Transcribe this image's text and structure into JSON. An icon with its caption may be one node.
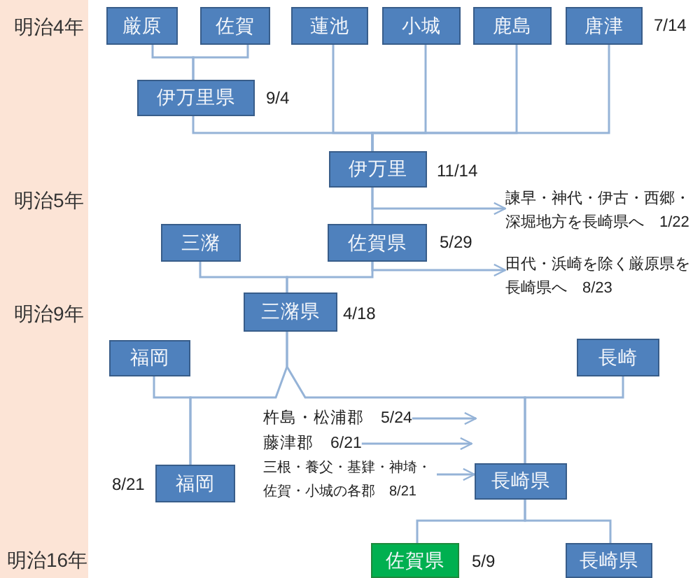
{
  "diagram": {
    "nodes": [
      {
        "text": [
          "明治4年",
          "明治5年",
          "明治9年",
          "明治16年"
        ]
      },
      {
        "text": [
          "厳原"
        ]
      },
      {
        "text": [
          "佐賀"
        ]
      },
      {
        "text": [
          "蓮池"
        ]
      },
      {
        "text": [
          "小城"
        ]
      },
      {
        "text": [
          "鹿島"
        ]
      },
      {
        "text": [
          "唐津"
        ],
        "beside": [
          "7/14"
        ]
      },
      {
        "text": [
          "伊万里県"
        ],
        "beside": [
          "9/4"
        ]
      },
      {
        "text": [
          "伊万里"
        ],
        "beside": [
          "11/14"
        ]
      },
      {
        "text": [
          "諫早・神代・伊古・西郷・深堀地方を長崎県へ　1/22"
        ]
      },
      {
        "text": [
          "三潴"
        ]
      },
      {
        "text": [
          "佐賀県"
        ],
        "beside": [
          "5/29"
        ]
      },
      {
        "text": [
          "田代・浜崎を除く厳原県を長崎県へ　8/23"
        ]
      },
      {
        "text": [
          "三潴県"
        ],
        "beside": [
          "4/18"
        ]
      },
      {
        "text": [
          "福岡"
        ]
      },
      {
        "text": [
          "長崎"
        ]
      },
      {
        "text": [
          "杵島・松浦郡　5/24"
        ]
      },
      {
        "text": [
          "藤津郡　6/21"
        ]
      },
      {
        "text": [
          "福岡"
        ],
        "beside": [
          "8/21"
        ]
      },
      {
        "text": [
          "三根・養父・基肄・神埼・佐賀・小城の各郡　8/21"
        ]
      },
      {
        "text": [
          "長崎県"
        ]
      },
      {
        "text": [
          "佐賀県"
        ],
        "beside": [
          "5/9"
        ]
      },
      {
        "text": [
          "長崎県"
        ]
      }
    ],
    "edges": [
      {
        "from": 1,
        "to": 7,
        "arrow": "none"
      },
      {
        "from": 2,
        "to": 7,
        "arrow": "none"
      },
      {
        "from": 7,
        "to": 8,
        "arrow": "none"
      },
      {
        "from": 3,
        "to": 8,
        "arrow": "none"
      },
      {
        "from": 4,
        "to": 8,
        "arrow": "none"
      },
      {
        "from": 5,
        "to": 8,
        "arrow": "none"
      },
      {
        "from": 6,
        "to": 8,
        "arrow": "none"
      },
      {
        "from": 8,
        "to": 11,
        "arrow": "none"
      },
      {
        "from": 8,
        "to": 9,
        "arrow": "to"
      },
      {
        "from": 10,
        "to": 13,
        "arrow": "none"
      },
      {
        "from": 11,
        "to": 13,
        "arrow": "none"
      },
      {
        "from": 11,
        "to": 12,
        "arrow": "to"
      },
      {
        "from": 13,
        "to": 18,
        "arrow": "none"
      },
      {
        "from": 14,
        "to": 18,
        "arrow": "none"
      },
      {
        "from": 13,
        "to": 20,
        "arrow": "none"
      },
      {
        "from": 15,
        "to": 20,
        "arrow": "none"
      },
      {
        "from": 16,
        "to": 20,
        "arrow": "to"
      },
      {
        "from": 17,
        "to": 20,
        "arrow": "to"
      },
      {
        "from": 19,
        "to": 20,
        "arrow": "to"
      },
      {
        "from": 20,
        "to": 21,
        "arrow": "none"
      },
      {
        "from": 20,
        "to": 22,
        "arrow": "none"
      }
    ]
  }
}
